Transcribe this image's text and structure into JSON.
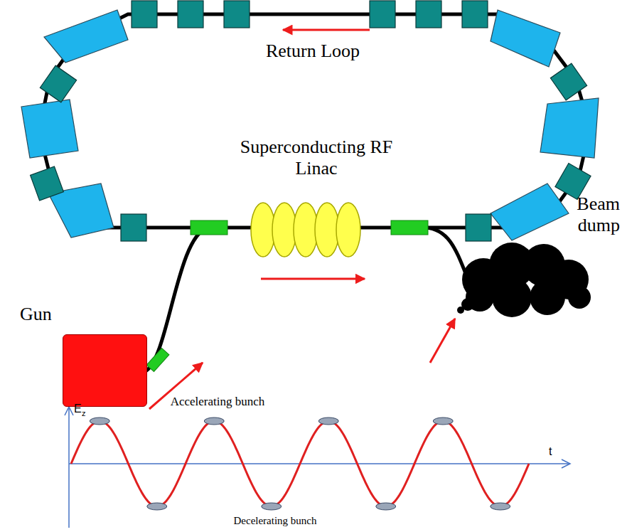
{
  "diagram": {
    "nodes": [
      {
        "text": [
          "Gun"
        ]
      },
      {
        "text": [
          "Superconducting RF Linac"
        ]
      },
      {
        "text": [
          "Beam dump"
        ]
      }
    ],
    "edges": [
      {
        "from": 0,
        "to": 1,
        "arrow": "to"
      },
      {
        "from": 1,
        "to": 2,
        "arrow": "to"
      }
    ],
    "labels": [
      "Return Loop",
      "Accelerating bunch",
      "Decelerating bunch",
      "E",
      "z",
      "t"
    ]
  }
}
